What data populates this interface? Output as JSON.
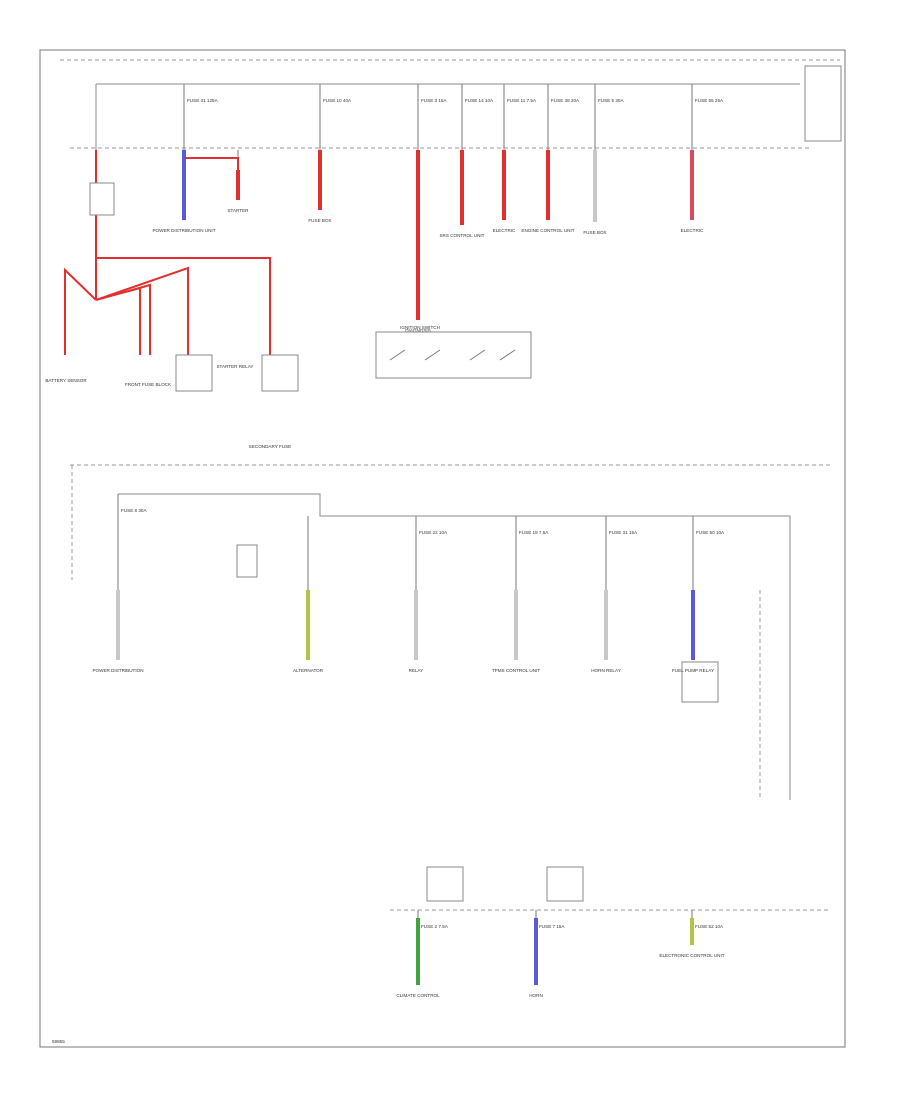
{
  "diagram": {
    "id_code": "59855",
    "sections": [
      "upper",
      "middle",
      "lower"
    ],
    "wire_colors": {
      "red": "#e03030",
      "pink_red": "#d84a5e",
      "blue": "#5a5ad8",
      "yellow_green": "#b5c24a",
      "green": "#3fa33f",
      "gray_stripe": "#c8c8c8"
    },
    "upper_fuses": [
      {
        "id": "f-u1",
        "label": "FUSE 41 125A",
        "color": "blue",
        "load": "POWER DISTRIBUTION UNIT"
      },
      {
        "id": "f-u2",
        "label": "",
        "color": "red",
        "load": "STARTER"
      },
      {
        "id": "f-u3",
        "label": "FUSE 10 40A",
        "color": "red",
        "load": "FUSE BOX"
      },
      {
        "id": "f-u4",
        "label": "FUSE 3 15A",
        "color": "red",
        "load": "DIAGNOSIS"
      },
      {
        "id": "f-u5",
        "label": "FUSE 14 10A",
        "color": "red",
        "load": "SRS CONTROL UNIT"
      },
      {
        "id": "f-u6",
        "label": "FUSE 11 7.5A",
        "color": "red",
        "load": "ELECTRIC"
      },
      {
        "id": "f-u7",
        "label": "FUSE 38 20A",
        "color": "red",
        "load": "ENGINE CONTROL UNIT"
      },
      {
        "id": "f-u8",
        "label": "FUSE 5 30A",
        "color": "gray_stripe",
        "load": "FUSE BOX"
      },
      {
        "id": "f-u9",
        "label": "FUSE 55 25A",
        "color": "pink_red",
        "load": "ELECTRIC"
      }
    ],
    "upper_components": [
      {
        "id": "c-battery",
        "label": "BATTERY SENSOR"
      },
      {
        "id": "c-fuse-block",
        "label": "FRONT FUSE BLOCK"
      },
      {
        "id": "c-starter-relay",
        "label": "STARTER RELAY"
      },
      {
        "id": "c-secondary",
        "label": "SECONDARY FUSE"
      },
      {
        "id": "c-ignition-switch",
        "label": "IGNITION SWITCH"
      }
    ],
    "middle_fuses": [
      {
        "id": "f-m1",
        "label": "FUSE 8 30A",
        "color": "gray_stripe",
        "load": "POWER DISTRIBUTION"
      },
      {
        "id": "f-m2",
        "label": "",
        "color": "yellow_green",
        "load": "ALTERNATOR"
      },
      {
        "id": "f-m3",
        "label": "FUSE 22 10A",
        "color": "gray_stripe",
        "load": "RELAY"
      },
      {
        "id": "f-m4",
        "label": "FUSE 18 7.5A",
        "color": "gray_stripe",
        "load": "TPMS CONTROL UNIT"
      },
      {
        "id": "f-m5",
        "label": "FUSE 31 15A",
        "color": "gray_stripe",
        "load": "HORN RELAY"
      },
      {
        "id": "f-m6",
        "label": "FUSE 50 10A",
        "color": "blue",
        "load": "FUEL PUMP RELAY"
      }
    ],
    "lower_fuses": [
      {
        "id": "f-l1",
        "label": "FUSE 2 7.5A",
        "color": "green",
        "load": "CLIMATE CONTROL"
      },
      {
        "id": "f-l2",
        "label": "FUSE 7 15A",
        "color": "blue",
        "load": "HORN"
      },
      {
        "id": "f-l3",
        "label": "FUSE 52 10A",
        "color": "yellow_green",
        "load": "ELECTRONIC CONTROL UNIT"
      }
    ]
  }
}
